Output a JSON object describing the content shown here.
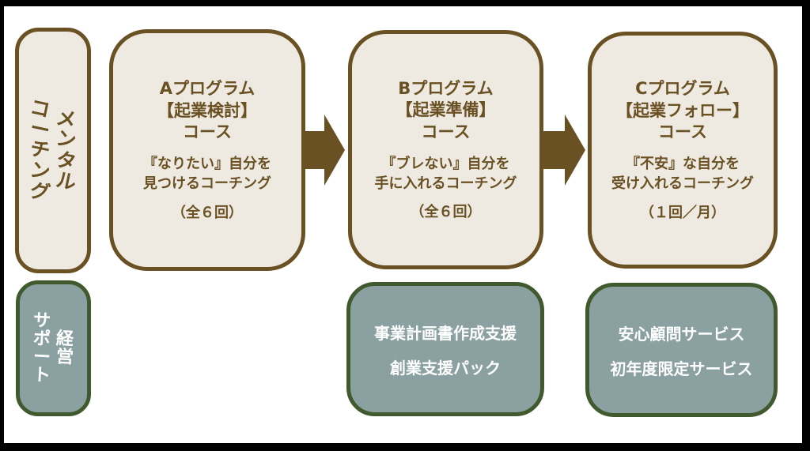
{
  "colors": {
    "brown": "#6A5123",
    "beige": "#EFEAE1",
    "teal": "#8BA1A1",
    "green": "#40592D",
    "frame": "#000000",
    "white": "#FFFFFF"
  },
  "mental_coaching": {
    "label": "メンタルコーチング",
    "columns": [
      "メンタル",
      "コーチング"
    ]
  },
  "keiei_support": {
    "label": "経営サポート",
    "columns": [
      "経営",
      "サポート"
    ]
  },
  "programs": [
    {
      "id": "A",
      "title_lines": [
        "Aプログラム",
        "【起業検討】",
        "コース"
      ],
      "subtitle_lines": [
        "『なりたい』自分を",
        "見つけるコーチング"
      ],
      "note": "（全６回）"
    },
    {
      "id": "B",
      "title_lines": [
        "Bプログラム",
        "【起業準備】",
        "コース"
      ],
      "subtitle_lines": [
        "『ブレない』自分を",
        "手に入れるコーチング"
      ],
      "note": "（全６回）"
    },
    {
      "id": "C",
      "title_lines": [
        "Cプログラム",
        "【起業フォロー】",
        "コース"
      ],
      "subtitle_lines": [
        "『不安』な自分を",
        "受け入れるコーチング"
      ],
      "note": "（１回／月）"
    }
  ],
  "support_boxes": [
    {
      "lines": [
        "事業計画書作成支援",
        "創業支援パック"
      ]
    },
    {
      "lines": [
        "安心顧問サービス",
        "初年度限定サービス"
      ]
    }
  ]
}
